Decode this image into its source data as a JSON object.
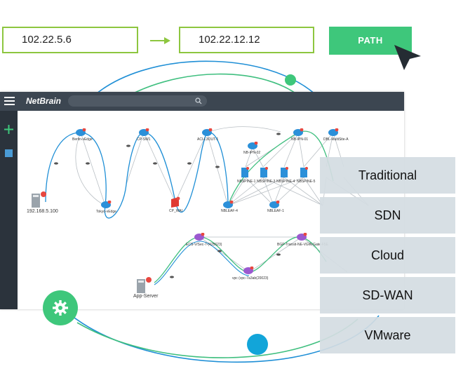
{
  "path_bar": {
    "source_ip": "102.22.5.6",
    "dest_ip": "102.22.12.12",
    "path_button": "PATH"
  },
  "app": {
    "brand": "NetBrain"
  },
  "map": {
    "host_ip": "192.168.5.100",
    "app_server": "App-Server",
    "devices": {
      "berlin": "Berlin-vEdge",
      "tokyo": "Tokyo-vEdge",
      "cp_sw": "CP-SW1",
      "cp_wai": "CP_WAI",
      "l3out": "ACI-L3OUT-1",
      "nbleaf4": "NBLEAF-4",
      "nbipn": "NB-IPN-02",
      "nbipn01": "NB-IPN-01",
      "multisite": "DBL-MultiSite-A",
      "spine1": "NBSPINE-1",
      "spine3": "NBSPINE-3",
      "spine4": "NBSPINE-4",
      "spine5": "NBSPINE-5",
      "nbleaf1": "NBLEAF-1",
      "ecs": "ECS-V/Sec-7-(425623)",
      "vpc": "vpc (vpc-7a3ab(20023)",
      "bgp": "BGP-Transit-NE-VGW-Gate-F5E"
    }
  },
  "categories": [
    "Traditional",
    "SDN",
    "Cloud",
    "SD-WAN",
    "VMware"
  ],
  "colors": {
    "green_accent": "#8dc63f",
    "path_button": "#3ec77b",
    "path_line_blue": "#1f8fd6",
    "path_line_green": "#3fbf7f",
    "gear_circle": "#3ec77b",
    "blue_dot": "#12a5d9"
  },
  "icons": [
    "arrow-right-icon",
    "cursor-icon",
    "menu-icon",
    "search-icon",
    "plus-icon",
    "square-icon",
    "gear-icon"
  ]
}
